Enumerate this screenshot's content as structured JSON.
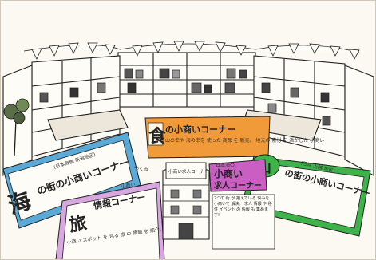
{
  "colors": {
    "paper": "#fbf9f2",
    "ink": "#1e1e1e",
    "sea_panel": "#5aa9d6",
    "food_panel": "#f19a3a",
    "job_panel": "#c95fc2",
    "travel_panel": "#d9a7e0",
    "mountain_panel": "#3db34a",
    "food_char": "#e63a2e"
  },
  "icons": [
    "tree-icon",
    "leaf-icon",
    "flag-bunting-icon"
  ],
  "sea_corner": {
    "big_char": "海",
    "title": "の街の小商いコーナー",
    "note": "(日本海側 新潟地区)"
  },
  "food_corner": {
    "big_char": "食",
    "title": "の小商いコーナー",
    "body": "山の幸や 海の幸を 使った 商品 を 販売。 地元の 素材 を 活かした 小商い"
  },
  "job_corner": {
    "sign": "小商い求人コーナー",
    "title_line1": "小商い",
    "title_line2": "求人コーナー",
    "small_label": "日本海の",
    "side_note": "つくる",
    "body": "2つの 街 が 抱えている 悩みを 小商いで 解決。 求人 情報 や 移住 イベント の 情報 も 集めます!"
  },
  "travel_corner": {
    "big_char": "旅",
    "title": "情報コーナー",
    "note": "小商い",
    "body": "小商い スポット を 巡る 旅 の 情報 を 紹介。 ガイド や 地図 で 街 の 魅力 を 伝える"
  },
  "mountain_corner": {
    "big_char": "山",
    "title": "の街の小商いコーナー",
    "note": "(日帰 上越 地区)"
  }
}
